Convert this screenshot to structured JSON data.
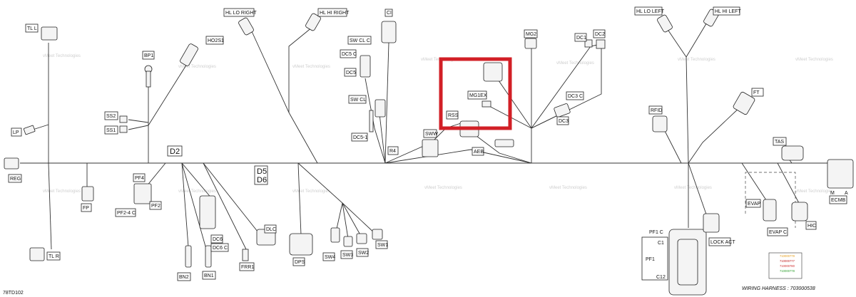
{
  "diagram": {
    "figure_id": "78TD102",
    "harness_label": "WIRING HARNESS : 703000538",
    "watermark": "vMeet Technologies",
    "highlight_color": "#d21f26",
    "labels": {
      "tl_l": "TL L",
      "hl_lo_right": "HL LO RIGHT",
      "hl_hi_right": "HL HI RIGHT",
      "ci": "CI",
      "sw_cl_c": "SW CL C",
      "dc5_c": "DC5 C",
      "dc5": "DC5",
      "sw_cl": "SW CL",
      "dc5_1": "DC5-1",
      "r4": "R4",
      "sww": "SWW",
      "mg2": "MG2",
      "dc1": "DC1",
      "dc2": "DC2",
      "mg1ex": "MG1EX",
      "rss": "RSS",
      "dc3_c": "DC3 C",
      "dc3": "DC3",
      "aeb": "AEB",
      "hl_lo_left": "HL LO LEFT",
      "hl_hi_left": "HL HI LEFT",
      "ho2s1": "HO2S1",
      "bp1": "BP1",
      "ss2": "SS2",
      "ss1": "SS1",
      "lp": "LP",
      "reg": "REG",
      "d2": "D2",
      "pf4": "PF4",
      "fp": "FP",
      "pf2_4_c": "PF2-4 C",
      "pf2": "PF2",
      "d5": "D5",
      "d6": "D6",
      "ft": "FT",
      "rfid": "RFID",
      "tas": "TAS",
      "m": "M",
      "a": "A",
      "ecmb": "ECMB",
      "tl_r": "TL R",
      "dc6": "DC6",
      "dc6_c": "DC6 C",
      "bn2": "BN2",
      "bn1": "BN1",
      "frr1": "FRR1",
      "dlc": "DLC",
      "dps": "DPS",
      "sw4": "SW4",
      "sw3": "SW3",
      "sw2": "SW2",
      "sw1": "SW1",
      "pf1_c": "PF1 C",
      "c1": "C1",
      "pf1": "PF1",
      "c12": "C12",
      "lock_act": "LOCK ACT",
      "evap": "EVAP",
      "evap_c": "EVAP C",
      "hic": "HIC"
    },
    "legend": [
      {
        "text": "710000779",
        "color": "#e8a020"
      },
      {
        "text": "710000777",
        "color": "#c02020"
      },
      {
        "text": "710000780",
        "color": "#d03030"
      },
      {
        "text": "710000778",
        "color": "#30a030"
      }
    ]
  }
}
